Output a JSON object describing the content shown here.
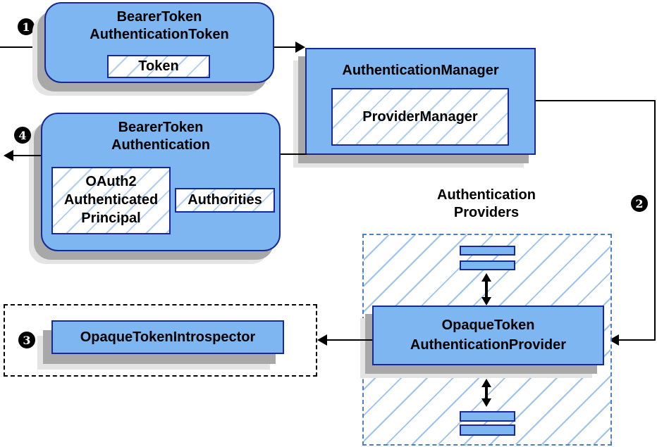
{
  "colors": {
    "node_fill": "#7db6f0",
    "node_border": "#182894",
    "hatch_line": "#9cc2ee",
    "hatch_line_soft": "#aecdf2",
    "providers_border": "#4e7fc0",
    "shadow_dark": "#a8a8a8",
    "shadow_light": "#e4e4e4"
  },
  "badges": {
    "step1": "1",
    "step2": "2",
    "step3": "3",
    "step4": "4"
  },
  "nodes": {
    "bearer_token_authentication_token": {
      "line1": "BearerToken",
      "line2": "AuthenticationToken",
      "token_label": "Token"
    },
    "authentication_manager": {
      "title": "AuthenticationManager",
      "provider_manager_label": "ProviderManager"
    },
    "bearer_token_authentication": {
      "line1": "BearerToken",
      "line2": "Authentication",
      "principal_line1": "OAuth2",
      "principal_line2": "Authenticated",
      "principal_line3": "Principal",
      "authorities_label": "Authorities"
    },
    "authentication_providers": {
      "label_line1": "Authentication",
      "label_line2": "Providers",
      "provider_line1": "OpaqueToken",
      "provider_line2": "AuthenticationProvider"
    },
    "opaque_token_introspector": {
      "title": "OpaqueTokenIntrospector"
    }
  }
}
